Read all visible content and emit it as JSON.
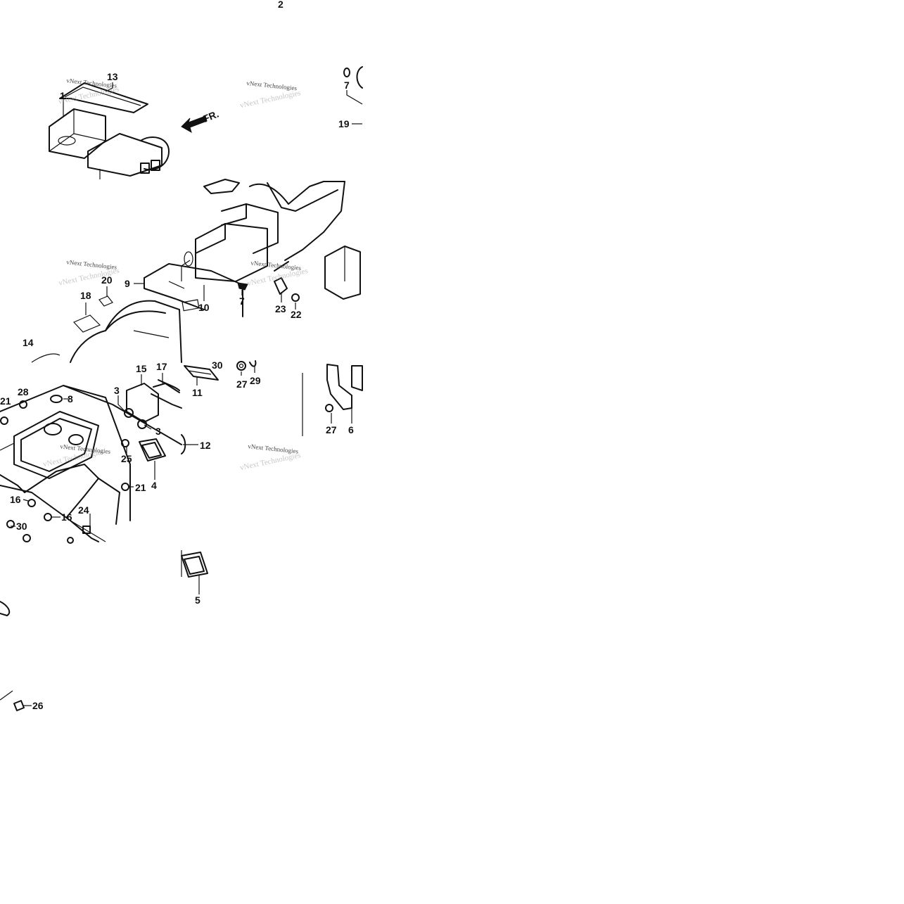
{
  "diagram": {
    "direction_label": "FR.",
    "watermark": "vNext Technologies",
    "callouts": [
      "2",
      "13",
      "7",
      "19",
      "1",
      "9",
      "18",
      "20",
      "10",
      "7",
      "23",
      "22",
      "14",
      "15",
      "17",
      "30",
      "27",
      "29",
      "28",
      "21",
      "8",
      "3",
      "3",
      "11",
      "27",
      "6",
      "12",
      "25",
      "4",
      "21",
      "16",
      "16",
      "24",
      "30",
      "5",
      "26"
    ]
  }
}
